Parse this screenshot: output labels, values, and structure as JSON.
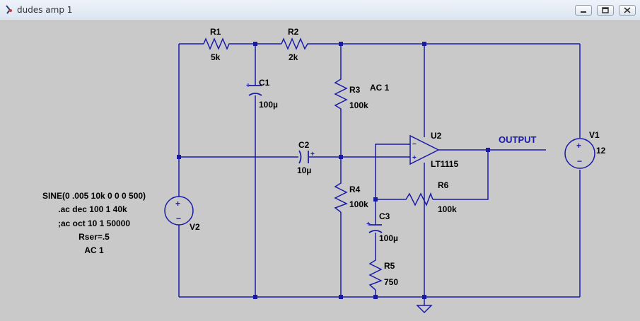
{
  "window": {
    "title": "dudes amp 1",
    "app_icon": "ltspice-probe-icon",
    "buttons": [
      "minimize-icon",
      "restore-icon",
      "close-icon"
    ]
  },
  "colors": {
    "wire": "#1a1aa8",
    "component": "#1a1aa8",
    "junction": "#1a1aa8",
    "label": "#000000",
    "net_label": "#1a1aa8",
    "background": "#c9c9c9"
  },
  "components": {
    "R1": {
      "name": "R1",
      "value": "5k"
    },
    "R2": {
      "name": "R2",
      "value": "2k"
    },
    "R3": {
      "name": "R3",
      "value": "100k"
    },
    "R4": {
      "name": "R4",
      "value": "100k"
    },
    "R5": {
      "name": "R5",
      "value": "750"
    },
    "R6": {
      "name": "R6",
      "value": "100k"
    },
    "C1": {
      "name": "C1",
      "value": "100µ"
    },
    "C2": {
      "name": "C2",
      "value": "10µ"
    },
    "C3": {
      "name": "C3",
      "value": "100µ"
    },
    "U2": {
      "name": "U2",
      "value": "LT1115"
    },
    "V1": {
      "name": "V1",
      "value": "12"
    },
    "V2": {
      "name": "V2"
    }
  },
  "net_label": "OUTPUT",
  "spice_directives": {
    "near_r3": "AC 1",
    "v2_lines": [
      "SINE(0 .005 10k 0 0 0 500)",
      ".ac dec 100 1 40k",
      ";ac oct 10 1 50000",
      "Rser=.5",
      "AC 1"
    ]
  }
}
